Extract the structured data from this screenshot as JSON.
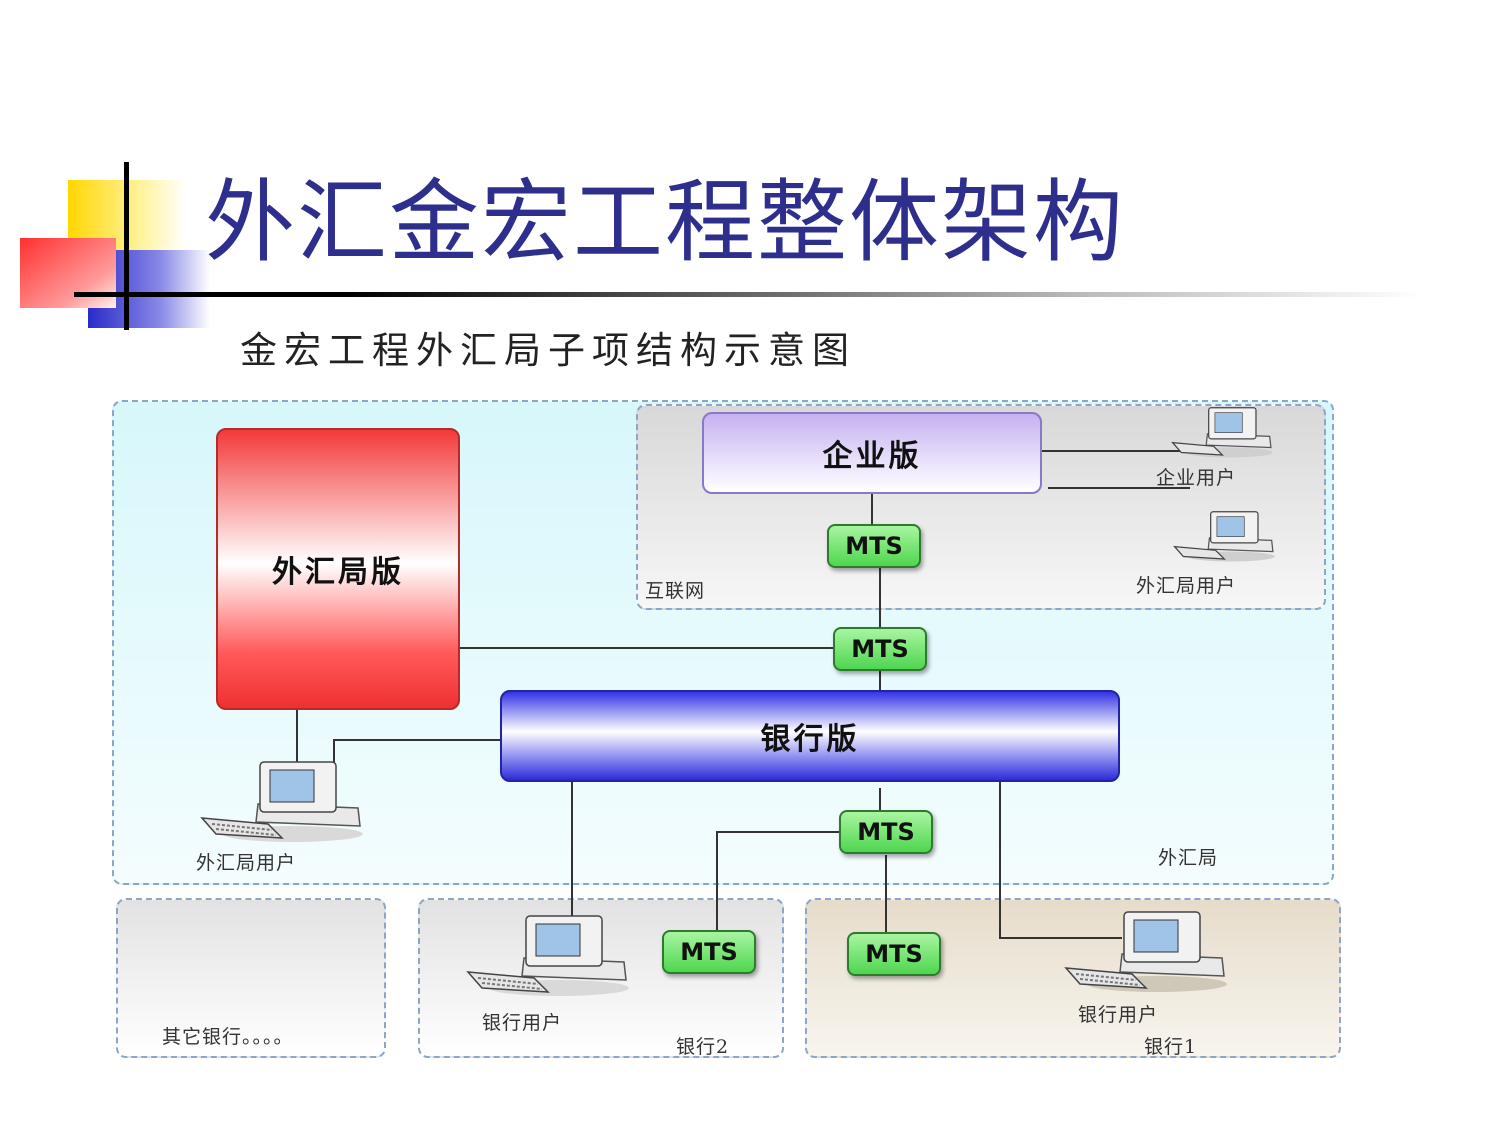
{
  "slide": {
    "title": "外汇金宏工程整体架构",
    "subtitle": "金宏工程外汇局子项结构示意图"
  },
  "zones": {
    "safe": "外汇局",
    "internet": "互联网",
    "other_banks": "其它银行。。。。",
    "bank2": "银行2",
    "bank1": "银行1"
  },
  "blocks": {
    "safe_edition": "外汇局版",
    "enterprise_edition": "企业版",
    "bank_edition": "银行版"
  },
  "mts_label": "MTS",
  "users": {
    "enterprise_user": "企业用户",
    "safe_user_internet": "外汇局用户",
    "safe_user_local": "外汇局用户",
    "bank_user_2": "银行用户",
    "bank_user_1": "银行用户"
  },
  "colors": {
    "title": "#2e2e8c",
    "safe_edition": "#f0343a",
    "enterprise_edition": "#c9b8f2",
    "bank_edition": "#3838e0",
    "mts": "#4fd64f",
    "safe_zone": "#dff8fb",
    "bank1_zone": "#e7dfcf"
  }
}
